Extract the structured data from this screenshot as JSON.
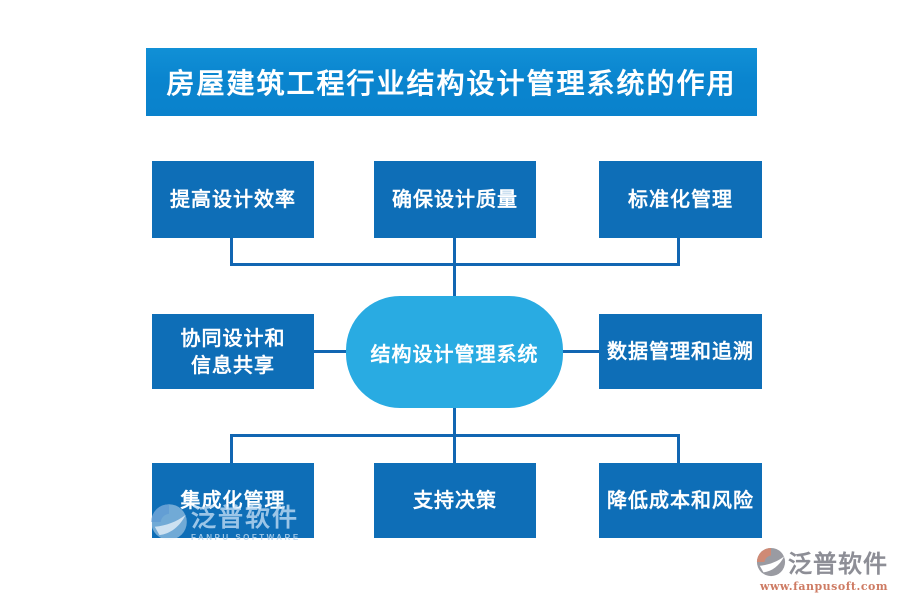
{
  "title": "房屋建筑工程行业结构设计管理系统的作用",
  "center_node": {
    "label": "结构设计管理系统"
  },
  "nodes": {
    "top_left": "提高设计效率",
    "top_center": "确保设计质量",
    "top_right": "标准化管理",
    "middle_left_line1": "协同设计和",
    "middle_left_line2": "信息共享",
    "middle_right": "数据管理和追溯",
    "bottom_left": "集成化管理",
    "bottom_center": "支持决策",
    "bottom_right": "降低成本和风险"
  },
  "watermarks": {
    "overlay": {
      "brand": "泛普软件",
      "subtext": "FANPU SOFTWARE"
    },
    "corner": {
      "brand": "泛普软件",
      "url": "www.fanpusoft.com"
    }
  },
  "colors": {
    "banner_blue": "#0a85cf",
    "box_blue": "#0e6eb7",
    "center_blue": "#29abe2",
    "line_blue": "#1166b2",
    "watermark_salmon": "#ce7b63",
    "watermark_gray": "#8d8e96"
  }
}
